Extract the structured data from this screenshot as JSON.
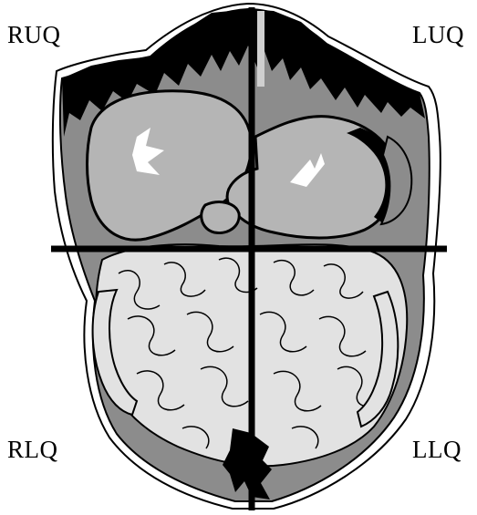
{
  "labels": {
    "ruq": "RUQ",
    "luq": "LUQ",
    "rlq": "RLQ",
    "llq": "LLQ"
  },
  "colors": {
    "background": "#ffffff",
    "outline": "#000000",
    "body_fill": "#8c8c8c",
    "organ_fill": "#b5b5b5",
    "intestine_fill": "#e2e2e2",
    "highlight": "#ffffff",
    "divider": "#000000"
  }
}
